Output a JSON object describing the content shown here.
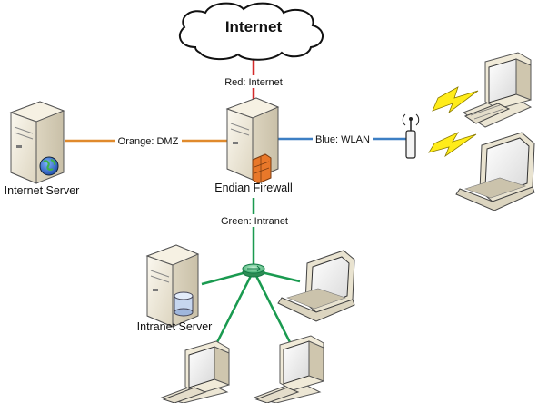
{
  "nodes": {
    "internet": {
      "label": "Internet"
    },
    "firewall": {
      "label": "Endian Firewall"
    },
    "internet_server": {
      "label": "Internet Server"
    },
    "intranet_server": {
      "label": "Intranet Server"
    }
  },
  "links": {
    "red": {
      "label": "Red: Internet",
      "color": "#d42a2a"
    },
    "orange": {
      "label": "Orange: DMZ",
      "color": "#e08a2c"
    },
    "blue": {
      "label": "Blue: WLAN",
      "color": "#3d7fc4"
    },
    "green": {
      "label": "Green: Intranet",
      "color": "#1a9a50"
    }
  }
}
